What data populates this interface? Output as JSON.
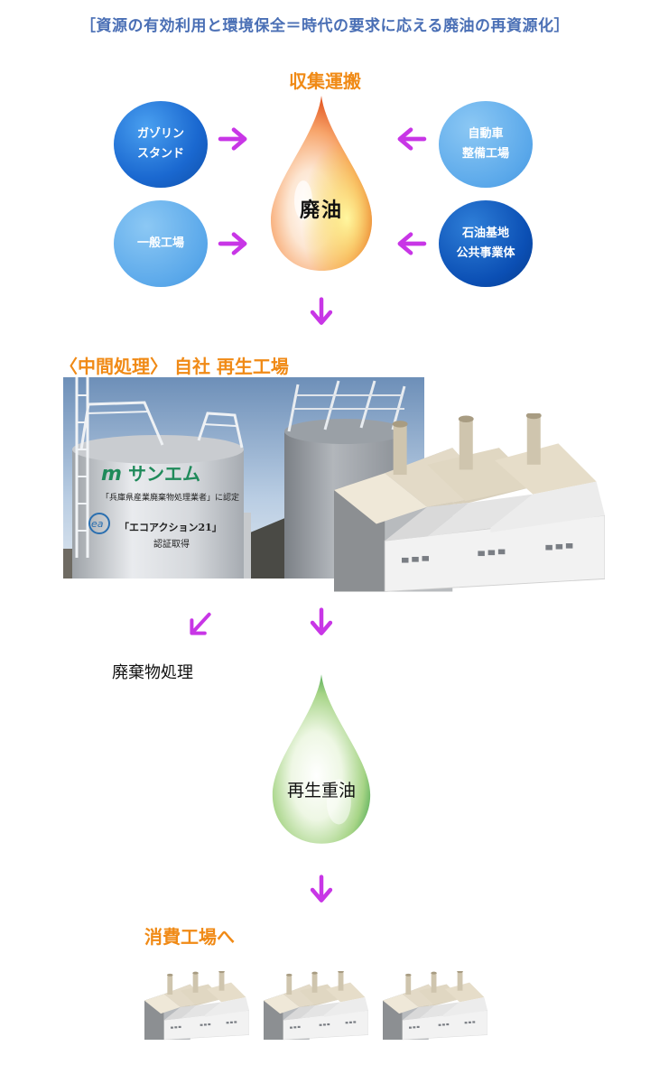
{
  "title": "［資源の有効利用と環境保全＝時代の要求に応える廃油の再資源化］",
  "collection": {
    "heading": "収集運搬",
    "sources": [
      {
        "line1": "ガゾリン",
        "line2": "スタンド"
      },
      {
        "line1": "自動車",
        "line2": "整備工場"
      },
      {
        "line1": "一般工場",
        "line2": ""
      },
      {
        "line1": "石油基地",
        "line2": "公共事業体"
      }
    ],
    "drop_label": "廃油"
  },
  "processing": {
    "heading": "〈中間処理〉 自社 再生工場",
    "tank_text_logo": "サンエム",
    "tank_text_1": "「兵庫県産業廃棄物処理業者」に認定",
    "tank_text_2": "「エコアクション21」",
    "tank_text_3": "認証取得",
    "badge": "ea"
  },
  "outputs": {
    "waste_label": "廃棄物処理",
    "regen_label": "再生重油"
  },
  "consumption": {
    "heading": "消費工場へ"
  },
  "colors": {
    "title": "#4a6fb5",
    "heading": "#f08a16",
    "arrow": "#c836e6",
    "circle_dark": "#1a68d0",
    "circle_light": "#5aa8ea"
  }
}
